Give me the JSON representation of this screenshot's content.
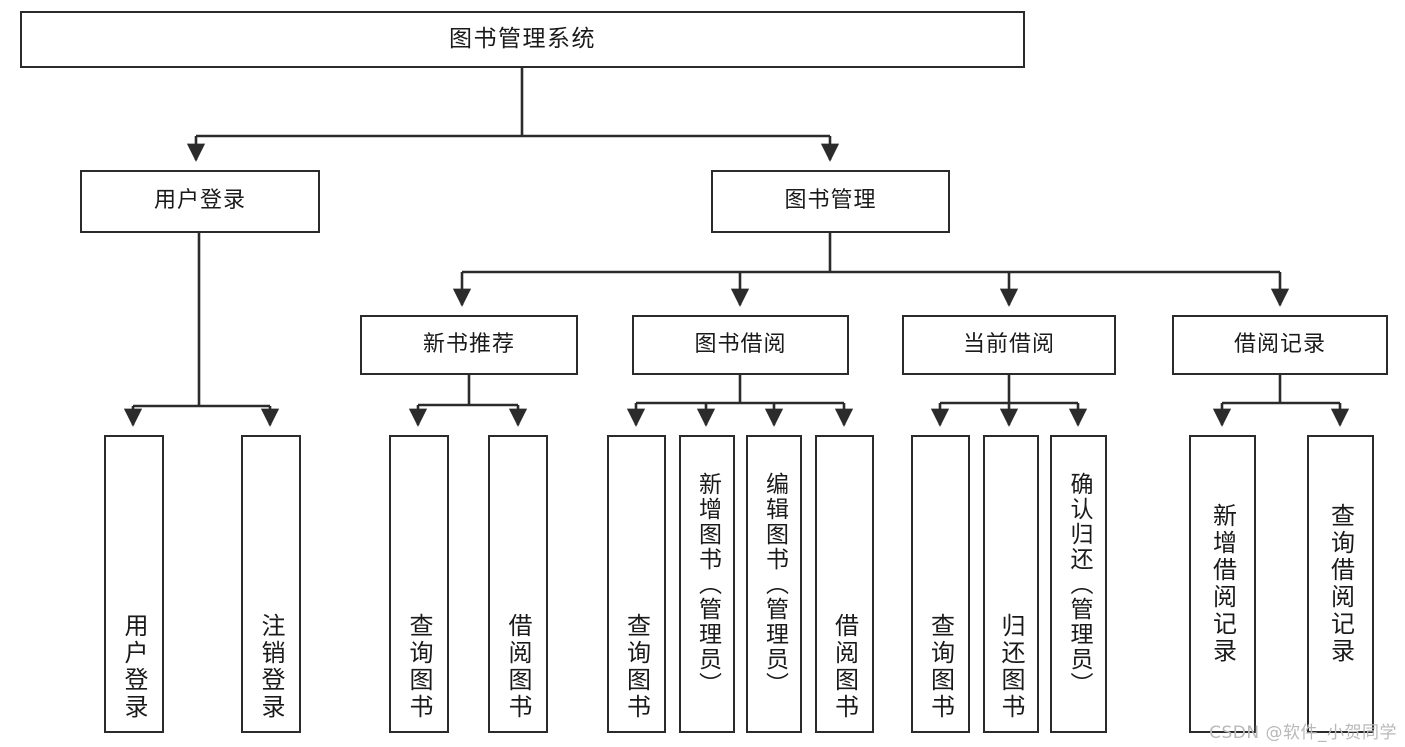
{
  "diagram": {
    "title": "图书管理系统",
    "type": "功能结构图",
    "theme": {
      "box_border": "#2b2b2b",
      "box_fill": "#ffffff",
      "connector": "#2b2b2b",
      "text": "#1a1a1a",
      "watermark": "#b9b9b9"
    },
    "root": {
      "id": "root",
      "label": "图书管理系统"
    },
    "level2": [
      {
        "id": "user-login",
        "label": "用户登录"
      },
      {
        "id": "book-manage",
        "label": "图书管理"
      }
    ],
    "level3": [
      {
        "id": "new-book-rec",
        "label": "新书推荐",
        "parent": "book-manage"
      },
      {
        "id": "book-borrow",
        "label": "图书借阅",
        "parent": "book-manage"
      },
      {
        "id": "current-borrow",
        "label": "当前借阅",
        "parent": "book-manage"
      },
      {
        "id": "borrow-record",
        "label": "借阅记录",
        "parent": "book-manage"
      }
    ],
    "leaves": [
      {
        "id": "leaf-user-login",
        "label": "用户登录",
        "parent": "user-login"
      },
      {
        "id": "leaf-logout",
        "label": "注销登录",
        "parent": "user-login"
      },
      {
        "id": "leaf-query-book-1",
        "label": "查询图书",
        "parent": "new-book-rec"
      },
      {
        "id": "leaf-borrow-book-1",
        "label": "借阅图书",
        "parent": "new-book-rec"
      },
      {
        "id": "leaf-query-book-2",
        "label": "查询图书",
        "parent": "book-borrow"
      },
      {
        "id": "leaf-add-book",
        "label": "新增图书（管理员）",
        "parent": "book-borrow"
      },
      {
        "id": "leaf-edit-book",
        "label": "编辑图书（管理员）",
        "parent": "book-borrow"
      },
      {
        "id": "leaf-borrow-book-2",
        "label": "借阅图书",
        "parent": "book-borrow"
      },
      {
        "id": "leaf-query-book-3",
        "label": "查询图书",
        "parent": "current-borrow"
      },
      {
        "id": "leaf-return-book",
        "label": "归还图书",
        "parent": "current-borrow"
      },
      {
        "id": "leaf-confirm-return",
        "label": "确认归还（管理员）",
        "parent": "current-borrow"
      },
      {
        "id": "leaf-add-record",
        "label": "新增借阅记录",
        "parent": "borrow-record"
      },
      {
        "id": "leaf-query-record",
        "label": "查询借阅记录",
        "parent": "borrow-record"
      }
    ]
  },
  "watermark": {
    "text": "CSDN @软件_小贺同学"
  }
}
